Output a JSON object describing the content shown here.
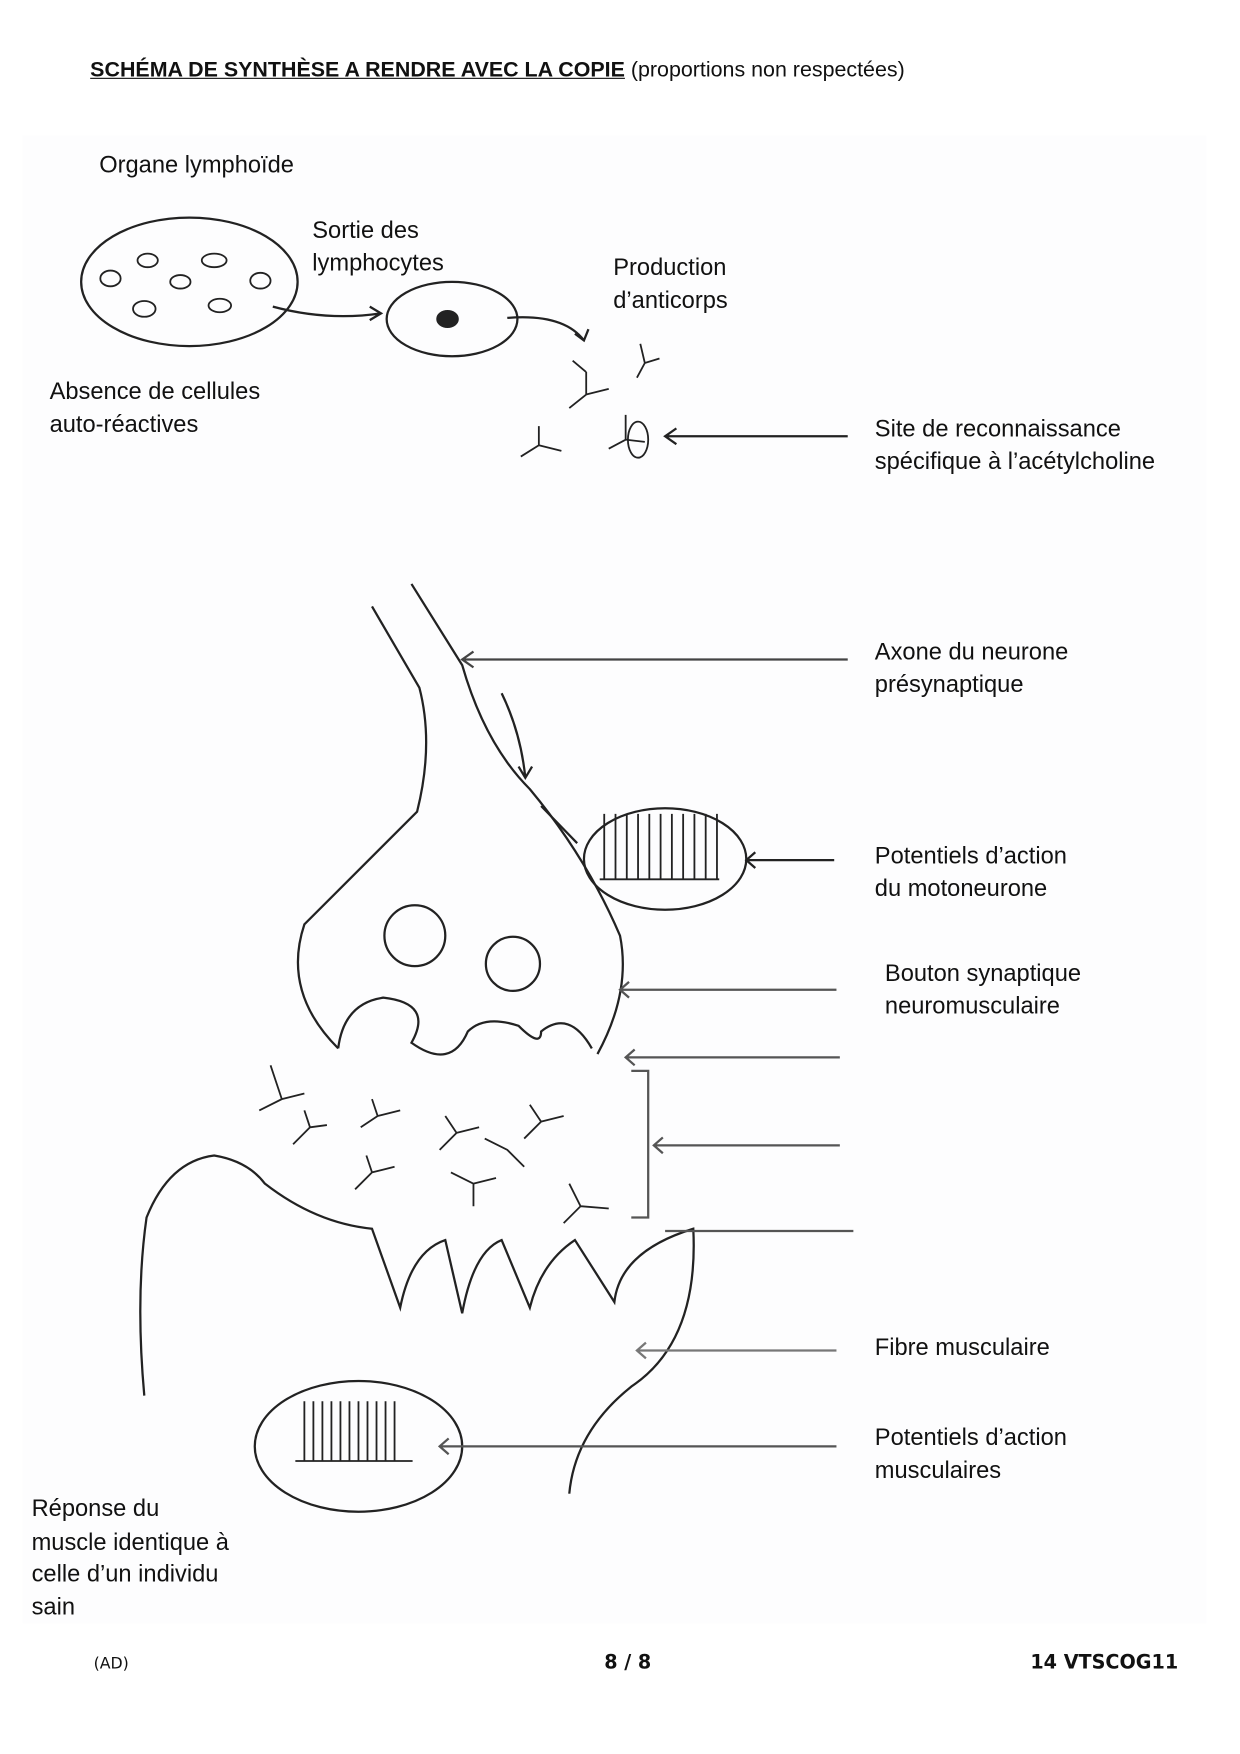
{
  "header": {
    "title_bold": "SCHÉMA DE SYNTHÈSE A RENDRE AVEC LA COPIE",
    "title_rest": "(proportions non respectées)"
  },
  "labels": {
    "organe": "Organe lymphoïde",
    "sortie": [
      "Sortie des",
      "lymphocytes"
    ],
    "production": [
      "Production",
      "d’anticorps"
    ],
    "absence": [
      "Absence de cellules",
      "auto-réactives"
    ],
    "site": [
      "Site de reconnaissance",
      "spécifique à l’acétylcholine"
    ],
    "axone": [
      "Axone du neurone",
      "présynaptique"
    ],
    "pa_moto": [
      "Potentiels d’action",
      "du motoneurone"
    ],
    "bouton": [
      "Bouton synaptique",
      "neuromusculaire"
    ],
    "fibre": "Fibre musculaire",
    "pa_musc": [
      "Potentiels d’action",
      "musculaires"
    ],
    "reponse": [
      "Réponse du",
      "muscle identique à",
      "celle d’un individu",
      "sain"
    ]
  },
  "footer": {
    "left": "(AD)",
    "center": "8 / 8",
    "right": "14 VTSCOG11"
  }
}
